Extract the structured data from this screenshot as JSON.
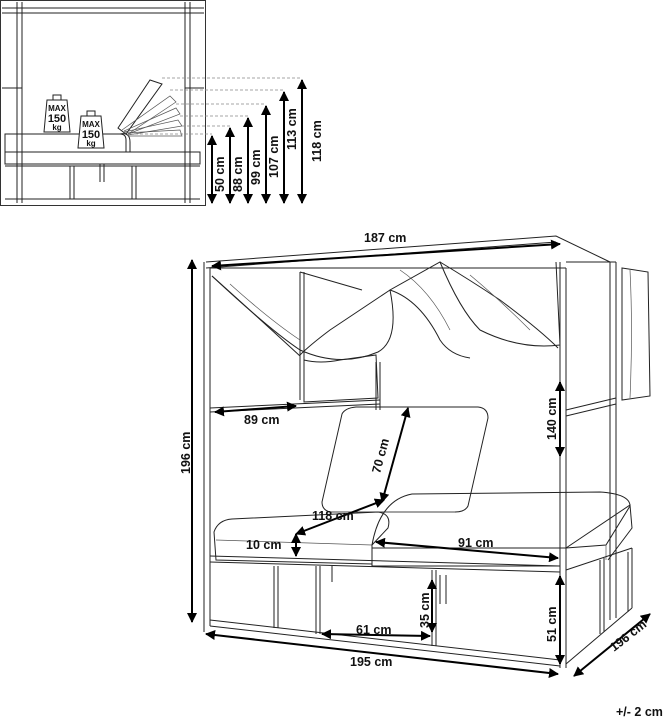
{
  "inset": {
    "weights": [
      {
        "max": "MAX",
        "value": "150",
        "unit": "kg"
      },
      {
        "max": "MAX",
        "value": "150",
        "unit": "kg"
      }
    ],
    "heights": [
      "50 cm",
      "88 cm",
      "99 cm",
      "107 cm",
      "113 cm",
      "118 cm"
    ]
  },
  "main": {
    "width_top": "187 cm",
    "height_total": "196 cm",
    "height_canopy": "140 cm",
    "canopy_depth": "89 cm",
    "backrest": "70 cm",
    "lounger_length": "118 cm",
    "cushion": "10 cm",
    "mattress_length": "91 cm",
    "frame_height": "51 cm",
    "leg_height": "35 cm",
    "leg_spacing": "61 cm",
    "width_bottom": "195 cm",
    "depth": "196 cm"
  },
  "tolerance": "+/- 2 cm"
}
